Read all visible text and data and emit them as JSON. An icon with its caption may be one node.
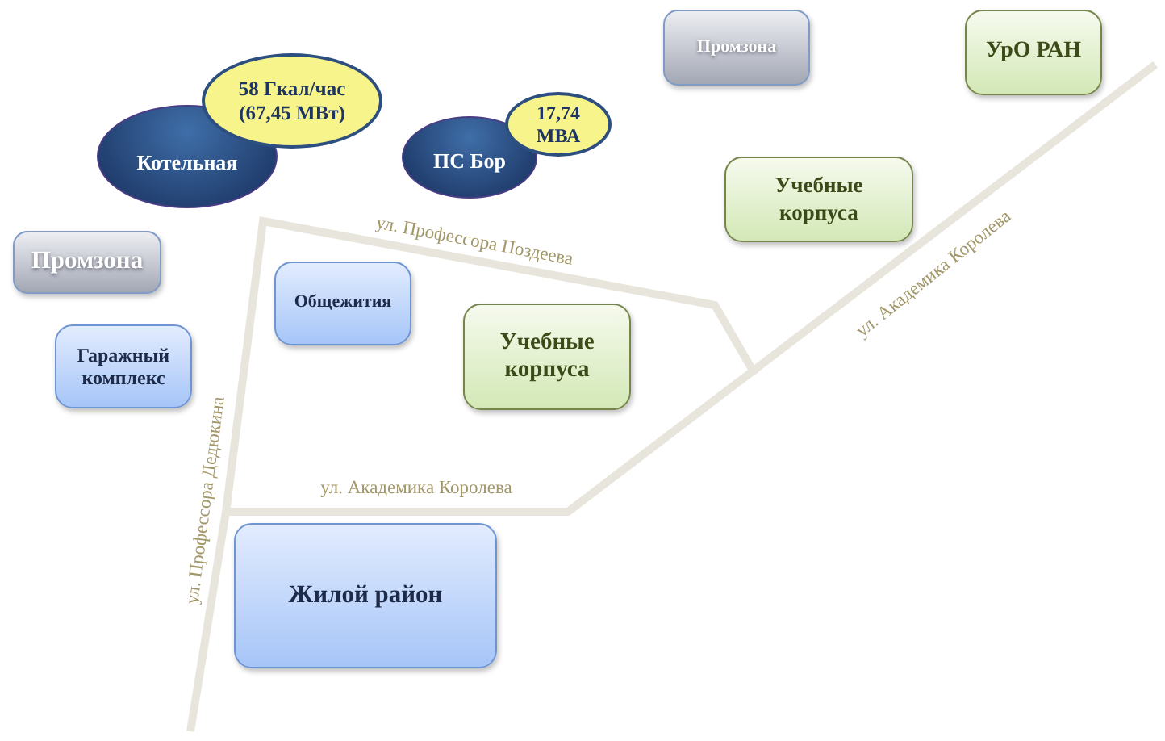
{
  "diagram": {
    "nodes": [
      {
        "text": [
          "Промзона"
        ]
      },
      {
        "text": [
          "УрО РАН"
        ]
      },
      {
        "text": [
          "58 Гкал/час (67,45 МВт)"
        ]
      },
      {
        "text": [
          "Котельная"
        ]
      },
      {
        "text": [
          "17,74 МВА"
        ]
      },
      {
        "text": [
          "ПС Бор"
        ]
      },
      {
        "text": [
          "Учебные корпуса"
        ]
      },
      {
        "text": [
          "Промзона"
        ]
      },
      {
        "text": [
          "Общежития"
        ]
      },
      {
        "text": [
          "Учебные корпуса"
        ]
      },
      {
        "text": [
          "Гаражный комплекс"
        ]
      },
      {
        "text": [
          "Жилой район"
        ]
      }
    ],
    "labels": [
      "ул. Профессора Поздеева",
      "ул. Академика Королева",
      "ул. Профессора Дедюкина",
      "ул. Академика Королева"
    ]
  }
}
